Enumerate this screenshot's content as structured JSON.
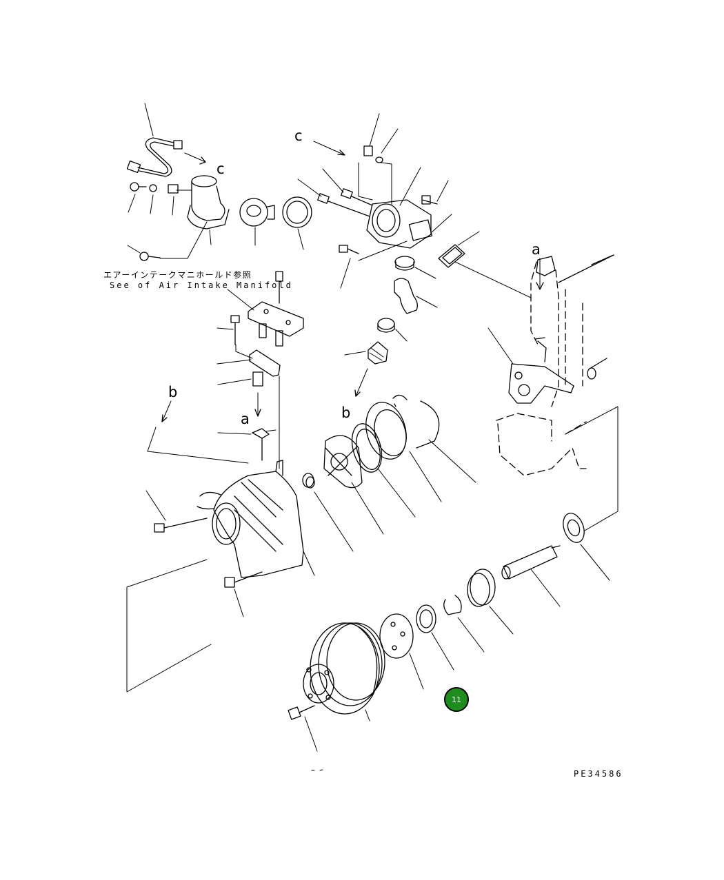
{
  "callouts": {
    "c_left": "c",
    "c_top": "c",
    "a_right": "a",
    "a_mid": "a",
    "b_left": "b",
    "b_mid": "b"
  },
  "notes": {
    "japanese": "エアーインテークマニホールド参照",
    "english": "See of Air Intake Manifold"
  },
  "drawing_code": "PE34586",
  "badge": {
    "label": "11",
    "fill": "#1e8c1e"
  }
}
